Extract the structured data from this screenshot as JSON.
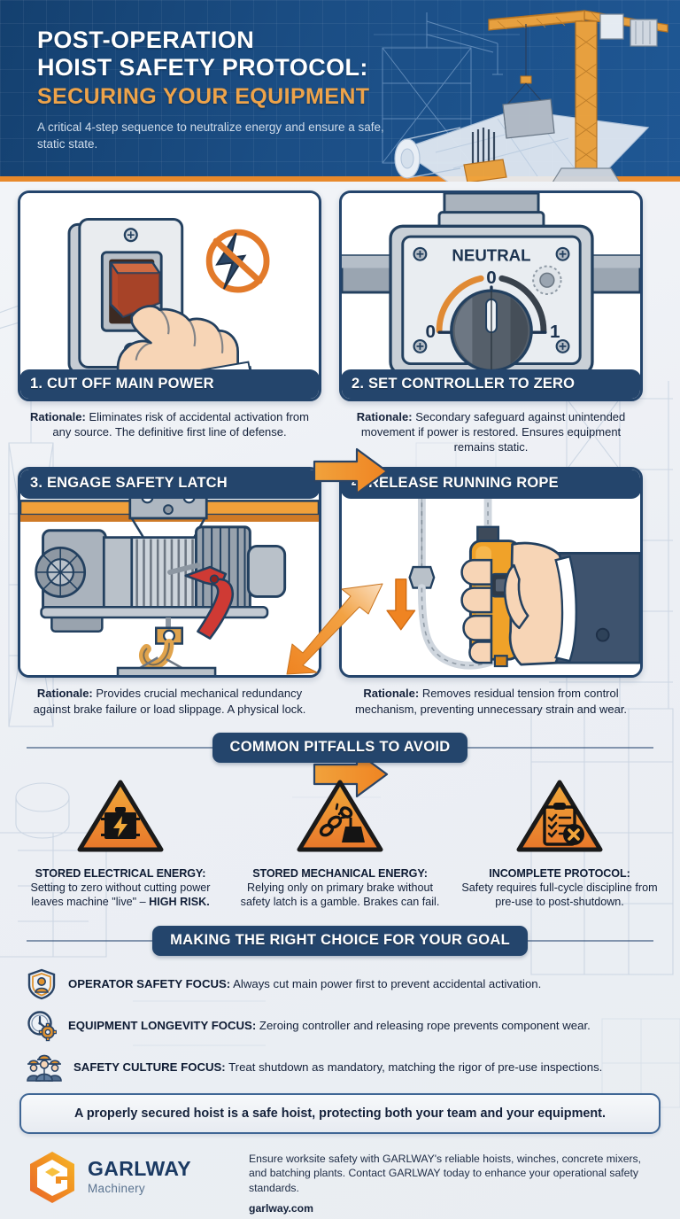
{
  "header": {
    "title_line1": "POST-OPERATION",
    "title_line2": "HOIST SAFETY PROTOCOL:",
    "title_line3": "SECURING YOUR EQUIPMENT",
    "subtitle": "A critical 4-step sequence to neutralize energy and ensure a safe, static state.",
    "colors": {
      "bg": "#1b4e85",
      "accent": "#e8892b",
      "title": "#ffffff",
      "title_accent": "#eda34a"
    }
  },
  "steps": [
    {
      "label": "1. CUT OFF MAIN POWER",
      "rationale_label": "Rationale:",
      "rationale": "Eliminates risk of accidental activation from any source. The definitive first line of defense.",
      "image_name": "wall-switch-hand-icon",
      "band_position": "bottom"
    },
    {
      "label": "2. SET CONTROLLER TO ZERO",
      "rationale_label": "Rationale:",
      "rationale": "Secondary safeguard against unintended movement if power is restored. Ensures equipment remains static.",
      "image_name": "controller-dial-icon",
      "band_position": "bottom",
      "dial": {
        "top_label": "NEUTRAL",
        "center_mark": "0",
        "left_mark": "0",
        "right_mark": "1"
      }
    },
    {
      "label": "3. ENGAGE SAFETY LATCH",
      "rationale_label": "Rationale:",
      "rationale": "Provides crucial mechanical redundancy against brake failure or load slippage. A physical lock.",
      "image_name": "electric-hoist-winch-icon",
      "band_position": "top"
    },
    {
      "label": "4. RELEASE RUNNING ROPE",
      "rationale_label": "Rationale:",
      "rationale": "Removes residual tension from control mechanism, preventing unnecessary strain and wear.",
      "image_name": "pendant-control-hand-icon",
      "band_position": "top"
    }
  ],
  "pitfalls_section": {
    "heading": "COMMON PITFALLS TO AVOID",
    "items": [
      {
        "icon_name": "warning-battery-icon",
        "title": "STORED ELECTRICAL ENERGY:",
        "body": "Setting to zero without cutting power leaves machine \"live\" –",
        "emphasis": "HIGH RISK."
      },
      {
        "icon_name": "warning-broken-chain-weight-icon",
        "title": "STORED MECHANICAL ENERGY:",
        "body": "Relying only on primary brake without safety latch is a gamble. Brakes can fail.",
        "emphasis": ""
      },
      {
        "icon_name": "warning-checklist-x-icon",
        "title": "INCOMPLETE PROTOCOL:",
        "body": "Safety requires full-cycle discipline from pre-use to post-shutdown.",
        "emphasis": ""
      }
    ]
  },
  "goals_section": {
    "heading": "MAKING THE RIGHT CHOICE FOR YOUR GOAL",
    "items": [
      {
        "icon_name": "shield-person-icon",
        "label": "OPERATOR SAFETY FOCUS:",
        "text": " Always cut main power first to prevent accidental activation."
      },
      {
        "icon_name": "clock-gear-icon",
        "label": "EQUIPMENT LONGEVITY FOCUS:",
        "text": " Zeroing controller and releasing rope prevents component wear."
      },
      {
        "icon_name": "worker-team-icon",
        "label": "SAFETY CULTURE FOCUS:",
        "text": " Treat shutdown as mandatory, matching the rigor of pre-use inspections."
      }
    ]
  },
  "callout": "A properly secured hoist is a safe hoist, protecting both your team and your equipment.",
  "footer": {
    "logo_name": "GARLWAY",
    "logo_sub": "Machinery",
    "logo_icon_name": "garlway-g-hexagon-logo",
    "text": "Ensure worksite safety with GARLWAY's reliable hoists, winches, concrete mixers, and batching plants. Contact GARLWAY today to enhance your operational safety standards.",
    "url": "garlway.com"
  }
}
